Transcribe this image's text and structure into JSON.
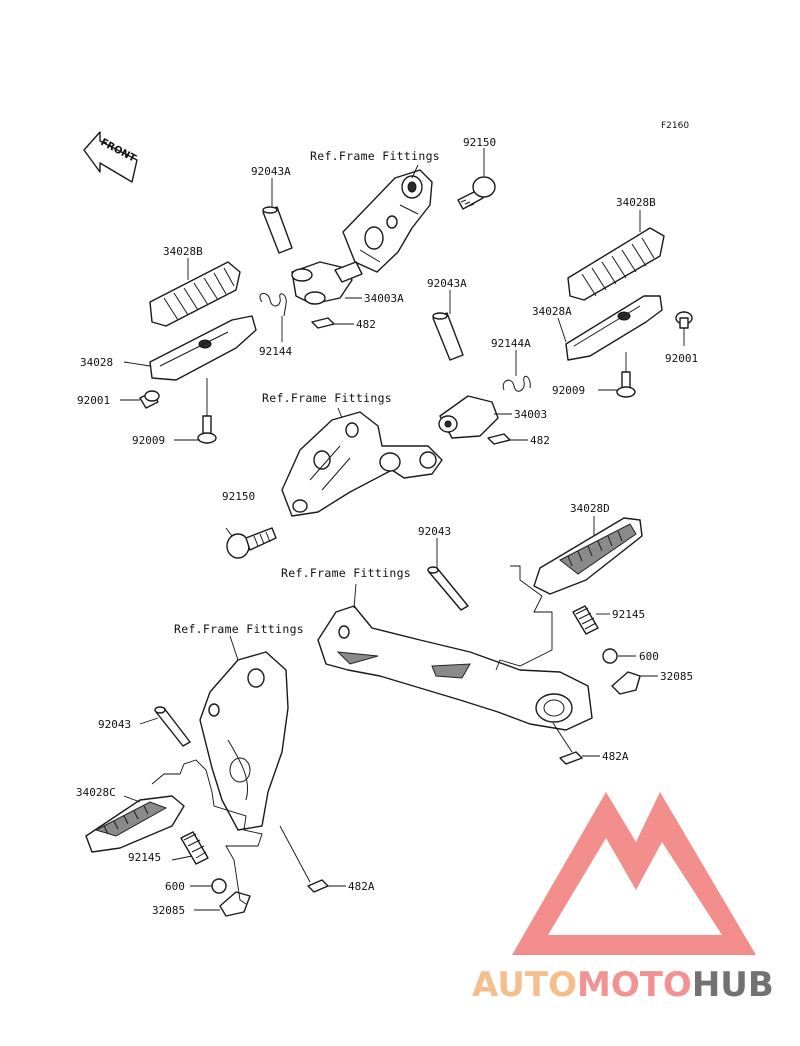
{
  "diagram_code": "F2160",
  "front_marker": "FRONT",
  "ref_labels": {
    "ref_top": "Ref.Frame Fittings",
    "ref_mid": "Ref.Frame Fittings",
    "ref_right_lower": "Ref.Frame Fittings",
    "ref_left_lower": "Ref.Frame Fittings"
  },
  "part_labels": {
    "p92150_top": "92150",
    "p92043A_top": "92043A",
    "p34003A": "34003A",
    "p482_top": "482",
    "p92144": "92144",
    "p34028B_left": "34028B",
    "p34028": "34028",
    "p92001_left": "92001",
    "p92009_left": "92009",
    "p34028B_right": "34028B",
    "p34028A": "34028A",
    "p92001_right": "92001",
    "p92009_right": "92009",
    "p92043A_mid": "92043A",
    "p92144A": "92144A",
    "p34003": "34003",
    "p482_mid": "482",
    "p92150_mid": "92150",
    "p92043_right": "92043",
    "p34028D": "34028D",
    "p92145_right": "92145",
    "p600_right": "600",
    "p32085_right": "32085",
    "p482A_right": "482A",
    "p92043_left": "92043",
    "p34028C": "34028C",
    "p92145_left": "92145",
    "p600_left": "600",
    "p32085_left": "32085",
    "p482A_left": "482A"
  },
  "watermark": {
    "part1": "AUTO",
    "part2": "MOTO",
    "part3": "HUB",
    "color1": "#f4b57a",
    "color2": "#f08080",
    "color3": "#5a5a5a",
    "logo_color": "#f07a78"
  }
}
